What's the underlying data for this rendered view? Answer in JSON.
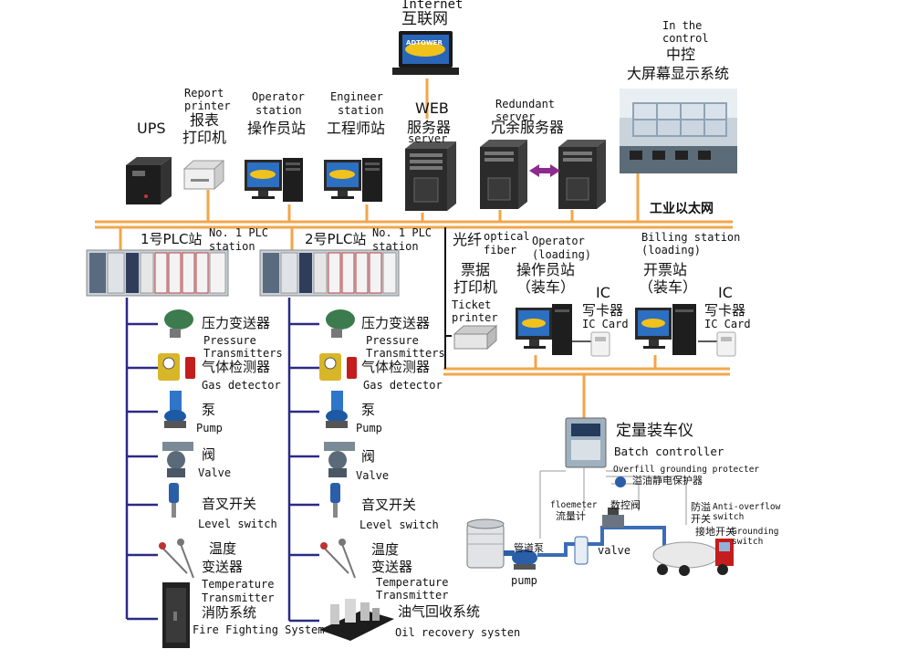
{
  "top": {
    "internet_en": "Internet",
    "internet_zh": "互联网",
    "laptop_logo": "ADTOWER",
    "control_en1": "In the",
    "control_en2": "control",
    "control_zh1": "中控",
    "control_zh2": "大屏幕显示系统"
  },
  "servers": {
    "ups": "UPS",
    "report_en1": "Report",
    "report_en2": "printer",
    "report_zh1": "报表",
    "report_zh2": "打印机",
    "operator_en1": "Operator",
    "operator_en2": "station",
    "operator_zh": "操作员站",
    "engineer_en1": "Engineer",
    "engineer_en2": "station",
    "engineer_zh": "工程师站",
    "web_en": "WEB",
    "web_zh": "服务器",
    "web_server": "server",
    "redundant_en1": "Redundant",
    "redundant_en2": "server",
    "redundant_zh": "冗余服务器"
  },
  "network": {
    "ethernet": "工业以太网"
  },
  "plc": {
    "plc1_zh": "1号PLC站",
    "plc1_en1": "No. 1 PLC",
    "plc1_en2": "station",
    "plc2_zh": "2号PLC站",
    "plc2_en1": "No. 1 PLC",
    "plc2_en2": "station"
  },
  "field_left": {
    "pressure_zh": "压力变送器",
    "pressure_en1": "Pressure",
    "pressure_en2": "Transmitters",
    "gas_zh": "气体检测器",
    "gas_en": "Gas detector",
    "pump_zh": "泵",
    "pump_en": "Pump",
    "valve_zh": "阀",
    "valve_en": "Valve",
    "level_zh": "音叉开关",
    "level_en": "Level switch",
    "temp_zh1": "温度",
    "temp_zh2": "变送器",
    "temp_en1": "Temperature",
    "temp_en2": "Transmitter",
    "fire_zh": "消防系统",
    "fire_en": "Fire Fighting System"
  },
  "field_right": {
    "pressure_zh": "压力变送器",
    "pressure_en1": "Pressure",
    "pressure_en2": "Transmitters",
    "gas_zh": "气体检测器",
    "gas_en": "Gas detector",
    "pump_zh": "泵",
    "pump_en": "Pump",
    "valve_zh": "阀",
    "valve_en": "Valve",
    "level_zh": "音叉开关",
    "level_en": "Level switch",
    "temp_zh1": "温度",
    "temp_zh2": "变送器",
    "temp_en1": "Temperature",
    "temp_en2": "Transmitter",
    "oil_zh": "油气回收系统",
    "oil_en": "Oil recovery systen"
  },
  "loading": {
    "fiber_zh": "光纤",
    "fiber_en1": "optical",
    "fiber_en2": "fiber",
    "ticket_zh1": "票据",
    "ticket_zh2": "打印机",
    "ticket_en1": "Ticket",
    "ticket_en2": "printer",
    "op_en1": "Operator",
    "op_en2": "(loading)",
    "op_zh1": "操作员站",
    "op_zh2": "（装车）",
    "ic1_zh1": "IC",
    "ic1_zh2": "写卡器",
    "ic1_en": "IC Card",
    "billing_en1": "Billing station",
    "billing_en2": "(loading)",
    "billing_zh1": "开票站",
    "billing_zh2": "（装车）",
    "ic2_zh1": "IC",
    "ic2_zh2": "写卡器",
    "ic2_en": "IC Card",
    "batch_zh": "定量装车仪",
    "batch_en": "Batch controller",
    "overfill_en": "Overfill grounding protecter",
    "overfill_zh": "溢油静电保护器",
    "flowmeter_en": "floemeter",
    "flowmeter_zh": "流量计",
    "ctrl_valve_zh": "数控阀",
    "valve_en": "valve",
    "anti_zh1": "防溢",
    "anti_zh2": "开关",
    "anti_en1": "Anti-overflow",
    "anti_en2": "switch",
    "ground_zh": "接地开关",
    "ground_en1": "Grounding",
    "ground_en2": "switch",
    "pipe_pump_zh": "管道泵",
    "pump_en": "pump"
  },
  "colors": {
    "ethernet": "#f2a64a",
    "fieldbus": "#2b2a86",
    "link": "#111111",
    "redundant_arrow": "#8d2a8f"
  }
}
